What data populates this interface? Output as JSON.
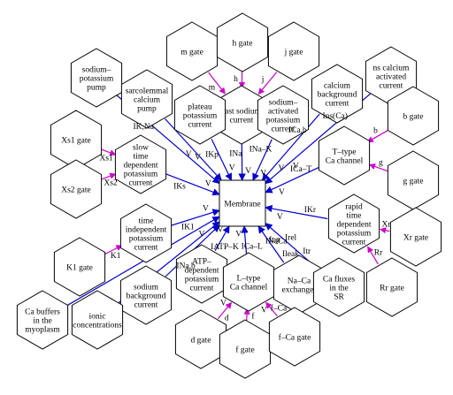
{
  "nodes": [
    {
      "id": "membrane",
      "shape": "rect",
      "lines": [
        "Membrane"
      ]
    },
    {
      "id": "m_gate",
      "shape": "hex",
      "lines": [
        "m gate"
      ]
    },
    {
      "id": "h_gate",
      "shape": "hex",
      "lines": [
        "h gate"
      ]
    },
    {
      "id": "j_gate",
      "shape": "hex",
      "lines": [
        "j gate"
      ]
    },
    {
      "id": "fast_sodium",
      "shape": "hex",
      "lines": [
        "fast sodium",
        "current"
      ]
    },
    {
      "id": "plateau_potassium",
      "shape": "hex",
      "lines": [
        "plateau",
        "potassium",
        "current"
      ]
    },
    {
      "id": "sodium_activated_potassium",
      "shape": "hex",
      "lines": [
        "sodium–",
        "activated",
        "potassium",
        "current"
      ]
    },
    {
      "id": "calcium_background",
      "shape": "hex",
      "lines": [
        "calcium",
        "background",
        "current"
      ]
    },
    {
      "id": "ns_calcium_activated",
      "shape": "hex",
      "lines": [
        "ns calcium",
        "activated",
        "current"
      ]
    },
    {
      "id": "sodium_potassium_pump",
      "shape": "hex",
      "lines": [
        "sodium–",
        "potassium",
        "pump"
      ]
    },
    {
      "id": "sarcolemmal_calcium_pump",
      "shape": "hex",
      "lines": [
        "sarcolemmal",
        "calcium",
        "pump"
      ]
    },
    {
      "id": "xs1_gate",
      "shape": "hex",
      "lines": [
        "Xs1 gate"
      ]
    },
    {
      "id": "xs2_gate",
      "shape": "hex",
      "lines": [
        "Xs2 gate"
      ]
    },
    {
      "id": "slow_time_dependent_potassium",
      "shape": "hex",
      "lines": [
        "slow",
        "time",
        "dependent",
        "potassium",
        "current"
      ]
    },
    {
      "id": "t_type_ca",
      "shape": "hex",
      "lines": [
        "T–type",
        "Ca channel"
      ]
    },
    {
      "id": "b_gate",
      "shape": "hex",
      "lines": [
        "b gate"
      ]
    },
    {
      "id": "g_gate",
      "shape": "hex",
      "lines": [
        "g gate"
      ]
    },
    {
      "id": "time_independent_potassium",
      "shape": "hex",
      "lines": [
        "time",
        "independent",
        "potassium",
        "current"
      ]
    },
    {
      "id": "k1_gate",
      "shape": "hex",
      "lines": [
        "K1 gate"
      ]
    },
    {
      "id": "rapid_time_dependent_potassium",
      "shape": "hex",
      "lines": [
        "rapid",
        "time",
        "dependent",
        "potassium",
        "current"
      ]
    },
    {
      "id": "xr_gate",
      "shape": "hex",
      "lines": [
        "Xr gate"
      ]
    },
    {
      "id": "rr_gate",
      "shape": "hex",
      "lines": [
        "Rr gate"
      ]
    },
    {
      "id": "atp_dependent_potassium",
      "shape": "hex",
      "lines": [
        "ATP–",
        "dependent",
        "potassium",
        "current"
      ]
    },
    {
      "id": "sodium_background",
      "shape": "hex",
      "lines": [
        "sodium",
        "background",
        "current"
      ]
    },
    {
      "id": "l_type_ca",
      "shape": "hex",
      "lines": [
        "L–type",
        "Ca channel"
      ]
    },
    {
      "id": "na_ca_exchanger",
      "shape": "hex",
      "lines": [
        "Na–Ca",
        "exchanger"
      ]
    },
    {
      "id": "ca_fluxes_sr",
      "shape": "hex",
      "lines": [
        "Ca fluxes",
        "in the",
        "SR"
      ]
    },
    {
      "id": "d_gate",
      "shape": "hex",
      "lines": [
        "d gate"
      ]
    },
    {
      "id": "f_gate",
      "shape": "hex",
      "lines": [
        "f gate"
      ]
    },
    {
      "id": "f_ca_gate",
      "shape": "hex",
      "lines": [
        "f–Ca gate"
      ]
    },
    {
      "id": "ca_buffers",
      "shape": "hex",
      "lines": [
        "Ca buffers",
        "in the",
        "myoplasm"
      ]
    },
    {
      "id": "ionic_concentrations",
      "shape": "hex",
      "lines": [
        "ionic",
        "concentrations"
      ]
    }
  ],
  "edges": [
    {
      "from": "m_gate",
      "to": "fast_sodium",
      "kind": "magenta",
      "labels": [
        "m"
      ]
    },
    {
      "from": "h_gate",
      "to": "fast_sodium",
      "kind": "magenta",
      "labels": [
        "h"
      ]
    },
    {
      "from": "j_gate",
      "to": "fast_sodium",
      "kind": "magenta",
      "labels": [
        "j"
      ]
    },
    {
      "from": "fast_sodium",
      "to": "membrane",
      "kind": "blue",
      "labels": [
        "INa",
        "V"
      ]
    },
    {
      "from": "plateau_potassium",
      "to": "membrane",
      "kind": "blue",
      "labels": [
        "IKp",
        "V"
      ]
    },
    {
      "from": "sodium_activated_potassium",
      "to": "membrane",
      "kind": "blue",
      "labels": [
        "INa–K",
        "V"
      ]
    },
    {
      "from": "calcium_background",
      "to": "membrane",
      "kind": "blue",
      "labels": [
        "ICa,b",
        "V"
      ]
    },
    {
      "from": "ns_calcium_activated",
      "to": "membrane",
      "kind": "blue",
      "labels": [
        "Ins(Ca)",
        "V"
      ]
    },
    {
      "from": "sodium_potassium_pump",
      "to": "membrane",
      "kind": "blue",
      "labels": [
        "IK,Na",
        "V"
      ]
    },
    {
      "from": "sarcolemmal_calcium_pump",
      "to": "membrane",
      "kind": "blue",
      "labels": [
        "V"
      ]
    },
    {
      "from": "xs1_gate",
      "to": "slow_time_dependent_potassium",
      "kind": "magenta",
      "labels": [
        "Xs1"
      ]
    },
    {
      "from": "xs2_gate",
      "to": "slow_time_dependent_potassium",
      "kind": "magenta",
      "labels": [
        "Xs2"
      ]
    },
    {
      "from": "slow_time_dependent_potassium",
      "to": "membrane",
      "kind": "blue",
      "labels": [
        "IKs",
        "V"
      ]
    },
    {
      "from": "b_gate",
      "to": "t_type_ca",
      "kind": "magenta",
      "labels": [
        "b"
      ]
    },
    {
      "from": "g_gate",
      "to": "t_type_ca",
      "kind": "magenta",
      "labels": [
        "g"
      ]
    },
    {
      "from": "t_type_ca",
      "to": "membrane",
      "kind": "blue",
      "labels": [
        "ICa–T",
        "V"
      ]
    },
    {
      "from": "k1_gate",
      "to": "time_independent_potassium",
      "kind": "magenta",
      "labels": [
        "K1"
      ]
    },
    {
      "from": "time_independent_potassium",
      "to": "membrane",
      "kind": "blue",
      "labels": [
        "IK1",
        "V"
      ]
    },
    {
      "from": "xr_gate",
      "to": "rapid_time_dependent_potassium",
      "kind": "magenta",
      "labels": [
        "Xr"
      ]
    },
    {
      "from": "rr_gate",
      "to": "rapid_time_dependent_potassium",
      "kind": "magenta",
      "labels": [
        "Rr"
      ]
    },
    {
      "from": "rapid_time_dependent_potassium",
      "to": "membrane",
      "kind": "blue",
      "labels": [
        "IKr",
        "V"
      ]
    },
    {
      "from": "atp_dependent_potassium",
      "to": "membrane",
      "kind": "blue",
      "labels": [
        "IATP–K",
        "V"
      ]
    },
    {
      "from": "sodium_background",
      "to": "membrane",
      "kind": "blue",
      "labels": [
        "INa,b",
        "V"
      ]
    },
    {
      "from": "l_type_ca",
      "to": "membrane",
      "kind": "blue",
      "labels": [
        "ICa–L",
        "V"
      ]
    },
    {
      "from": "d_gate",
      "to": "l_type_ca",
      "kind": "magenta",
      "labels": [
        "d",
        "V"
      ]
    },
    {
      "from": "f_gate",
      "to": "l_type_ca",
      "kind": "magenta",
      "labels": [
        "f"
      ]
    },
    {
      "from": "f_ca_gate",
      "to": "l_type_ca",
      "kind": "magenta",
      "labels": [
        "f–Ca",
        "V"
      ]
    },
    {
      "from": "na_ca_exchanger",
      "to": "membrane",
      "kind": "blue",
      "labels": [
        "INaCa"
      ]
    },
    {
      "from": "ca_fluxes_sr",
      "to": "membrane",
      "kind": "blue",
      "labels": [
        "Itr",
        "Ileak",
        "Irel",
        "Iup"
      ]
    },
    {
      "from": "ca_buffers",
      "to": "membrane",
      "kind": "blue",
      "labels": []
    },
    {
      "from": "ionic_concentrations",
      "to": "membrane",
      "kind": "blue",
      "labels": []
    }
  ]
}
